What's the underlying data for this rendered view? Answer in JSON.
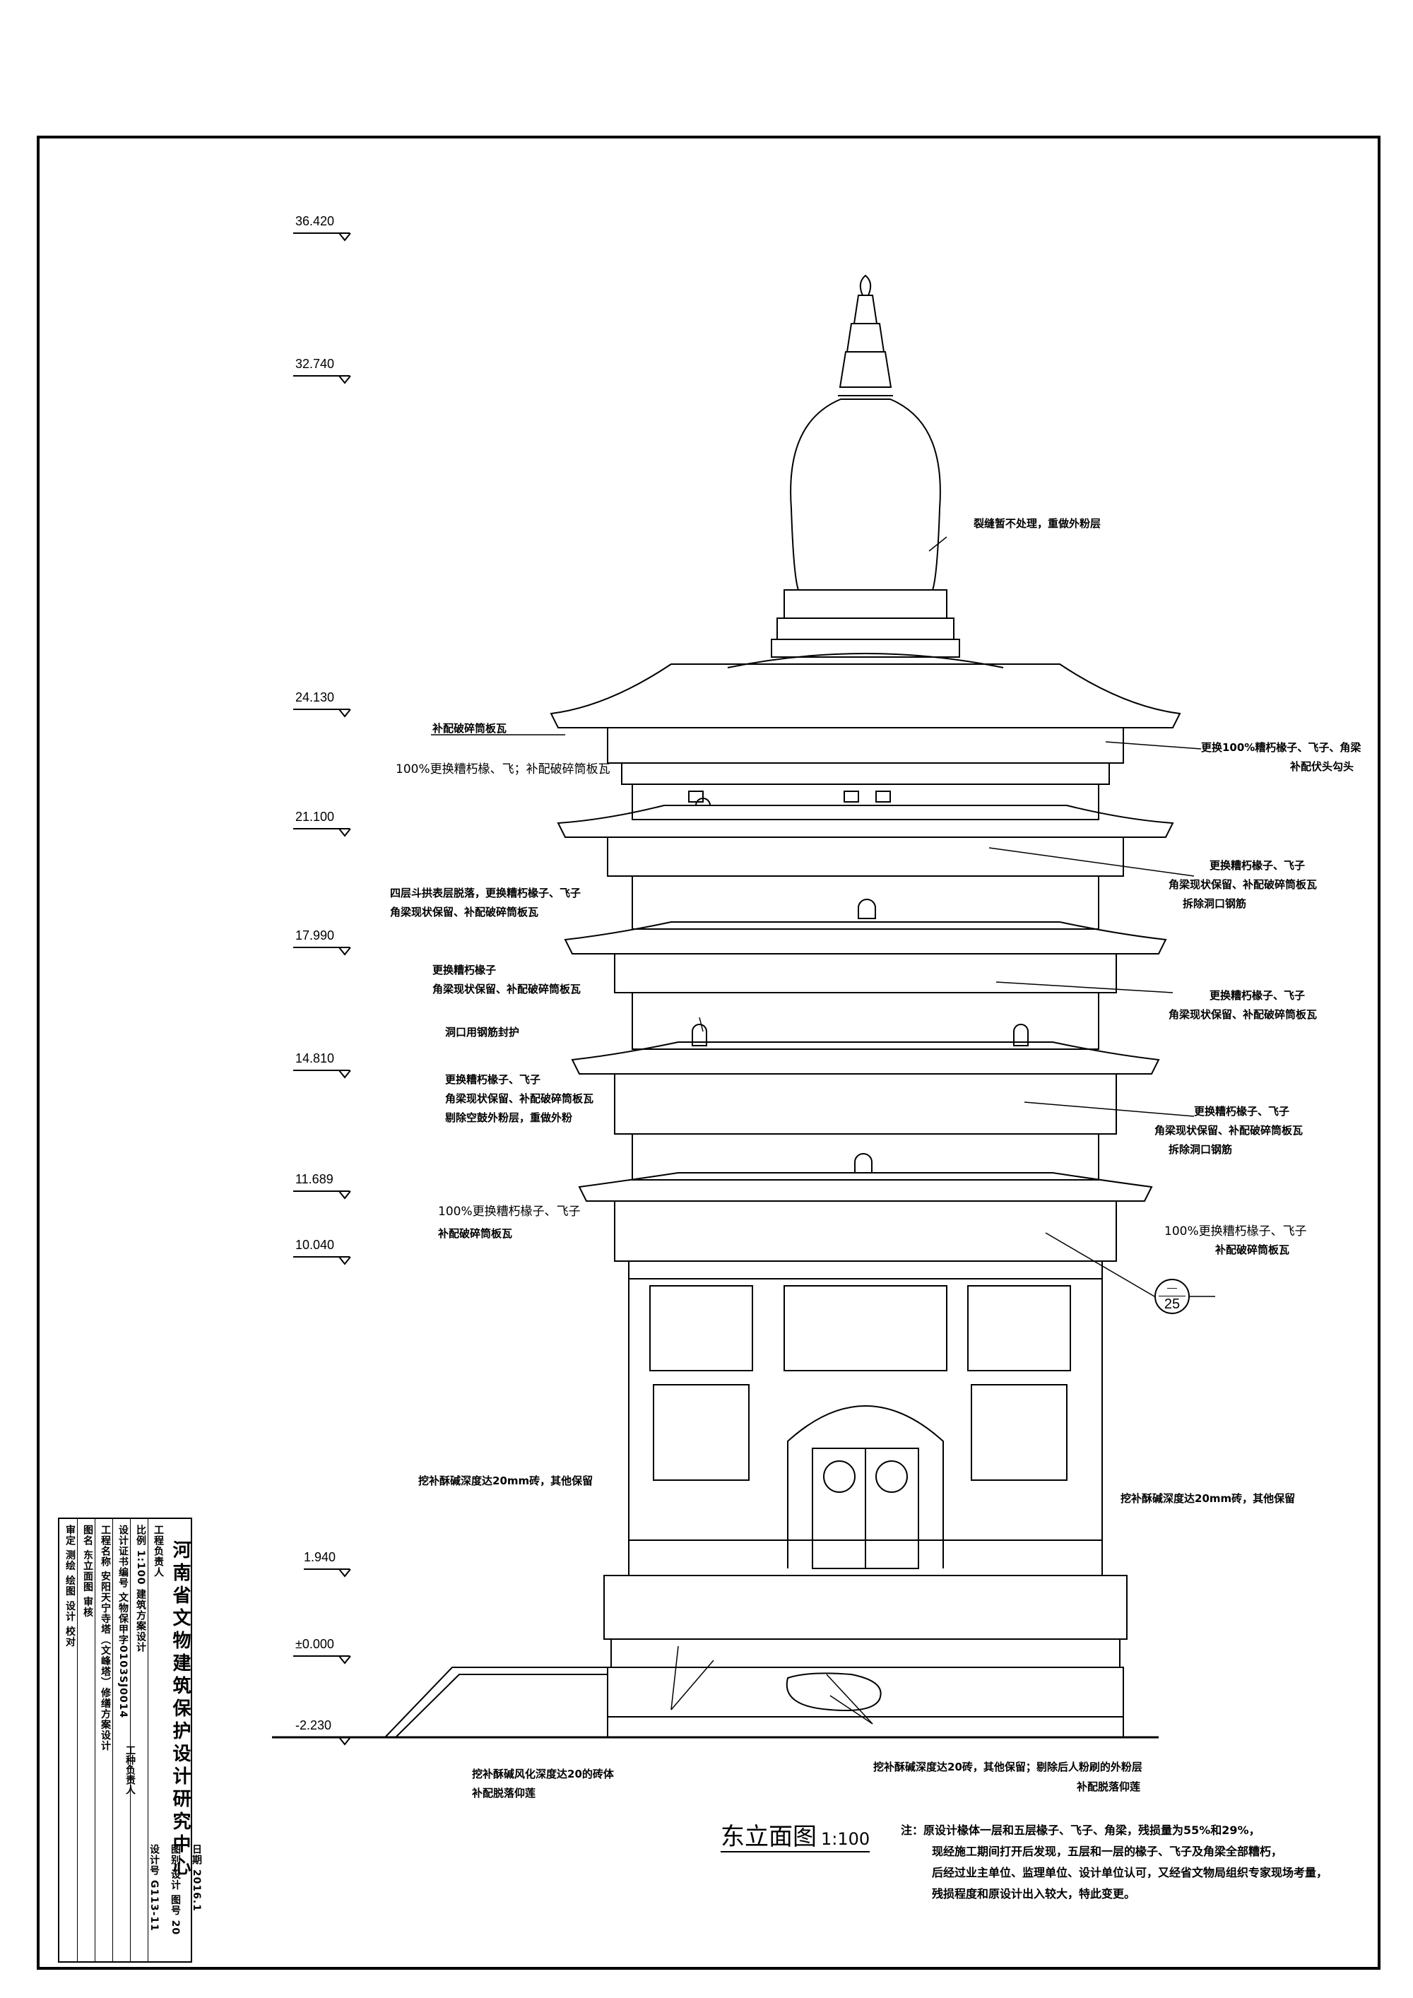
{
  "drawing": {
    "title": "东立面图",
    "scale": "1:100"
  },
  "elevations": [
    "36.420",
    "32.740",
    "24.130",
    "21.100",
    "17.990",
    "14.810",
    "11.689",
    "10.040",
    "1.940",
    "±0.000",
    "-2.230"
  ],
  "annotations": {
    "a01": "裂缝暂不处理，重做外粉层",
    "a02": "补配破碎筒板瓦",
    "a03": "100%更换糟朽椽、飞；补配破碎筒板瓦",
    "a04": "更换100%糟朽椽子、飞子、角梁",
    "a05": "补配伏头勾头",
    "a06": "四层斗拱表层脱落，更换糟朽椽子、飞子",
    "a07": "角梁现状保留、补配破碎筒板瓦",
    "a08": "更换糟朽椽子、飞子",
    "a09": "角梁现状保留、补配破碎筒板瓦",
    "a10": "拆除洞口钢筋",
    "a11": "更换糟朽椽子",
    "a12": "角梁现状保留、补配破碎筒板瓦",
    "a13": "更换糟朽椽子、飞子",
    "a14": "角梁现状保留、补配破碎筒板瓦",
    "a15": "洞口用钢筋封护",
    "a16": "更换糟朽椽子、飞子",
    "a17": "角梁现状保留、补配破碎筒板瓦",
    "a18": "剔除空鼓外粉层，重做外粉",
    "a19": "更换糟朽椽子、飞子",
    "a20": "角梁现状保留、补配破碎筒板瓦",
    "a21": "拆除洞口钢筋",
    "a22": "100%更换糟朽椽子、飞子",
    "a23": "补配破碎筒板瓦",
    "a24": "100%更换糟朽椽子、飞子",
    "a25": "补配破碎筒板瓦",
    "a26": "挖补酥碱深度达20mm砖，其他保留",
    "a27": "挖补酥碱深度达20mm砖，其他保留",
    "a28": "挖补酥碱风化深度达20的砖体",
    "a29": "补配脱落仰莲",
    "a30": "挖补酥碱深度达20砖，其他保留；剔除后人粉刷的外粉层",
    "a31": "补配脱落仰莲"
  },
  "callout": {
    "top": "—",
    "number": "25"
  },
  "notes": [
    "注：原设计椽体一层和五层椽子、飞子、角梁，残损量为55%和29%，",
    "现经施工期间打开后发现，五层和一层的椽子、飞子及角梁全部糟朽，",
    "后经过业主单位、监理单位、设计单位认可，又经省文物局组织专家现场考量，",
    "残损程度和原设计出入较大，特此变更。"
  ],
  "title_block": {
    "institute": "河南省文物建筑保护设计研究中心",
    "col1": [
      "工程负责人",
      "工种负责人"
    ],
    "col2": [
      "比例",
      "1:100",
      "建筑方案设计"
    ],
    "col3": [
      "设计证书编号",
      "文物保甲字0103SJ0014"
    ],
    "col4": [
      "工程名称",
      "安阳天宁寺塔（文峰塔）修缮方案设计"
    ],
    "col5": [
      "图名",
      "东立面图"
    ],
    "col6": [
      "审核",
      "测绘",
      "设计"
    ],
    "col7": [
      "审定",
      "绘图",
      "校对"
    ],
    "right": [
      "设计号",
      "G113-11",
      "图别",
      "设计",
      "图号",
      "20",
      "日期",
      "2016.1"
    ]
  },
  "colors": {
    "ink": "#000000",
    "paper": "#ffffff"
  }
}
